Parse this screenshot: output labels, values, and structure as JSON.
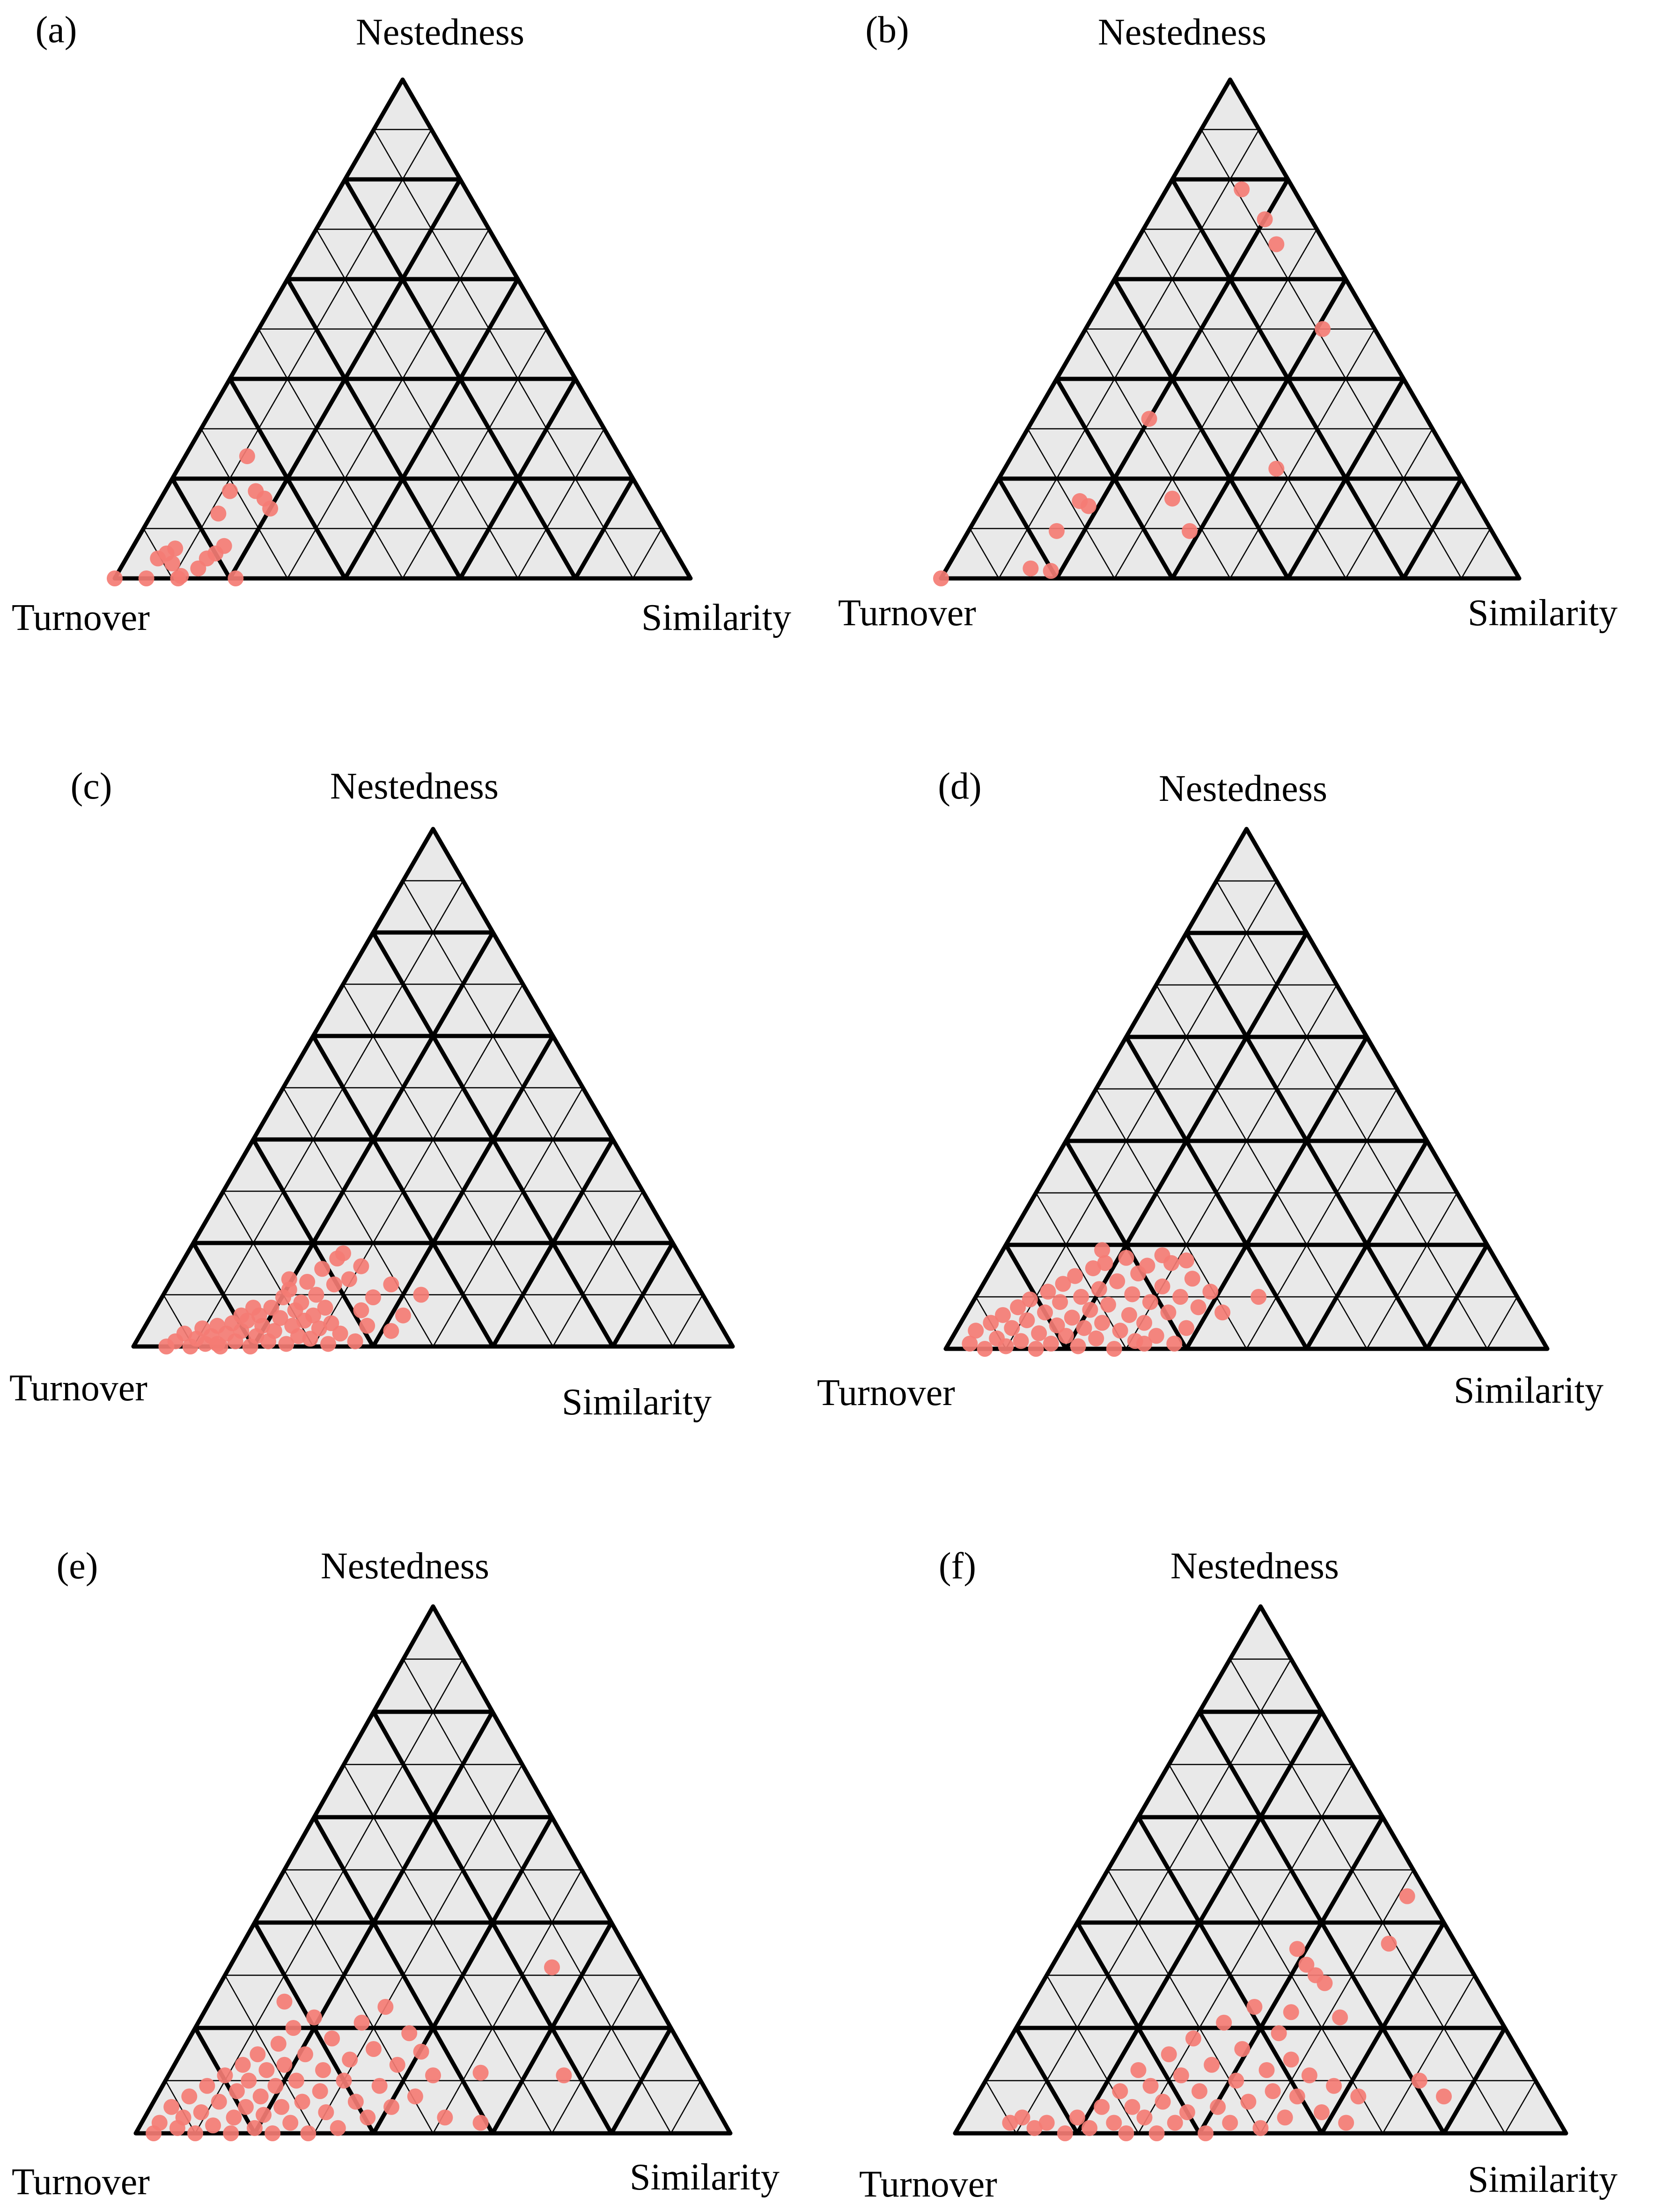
{
  "chart_data": [
    {
      "type": "scatter",
      "panel": "(a)",
      "vertex_labels": {
        "top": "Nestedness",
        "left": "Turnover",
        "right": "Similarity"
      },
      "point_color": "#F47C74",
      "points": [
        {
          "x": 0.0,
          "y": 0.0
        },
        {
          "x": 0.055,
          "y": 0.0
        },
        {
          "x": 0.075,
          "y": 0.04
        },
        {
          "x": 0.09,
          "y": 0.05
        },
        {
          "x": 0.1,
          "y": 0.03
        },
        {
          "x": 0.105,
          "y": 0.06
        },
        {
          "x": 0.11,
          "y": 0.0
        },
        {
          "x": 0.115,
          "y": 0.005
        },
        {
          "x": 0.145,
          "y": 0.02
        },
        {
          "x": 0.16,
          "y": 0.04
        },
        {
          "x": 0.175,
          "y": 0.05
        },
        {
          "x": 0.19,
          "y": 0.065
        },
        {
          "x": 0.21,
          "y": 0.0
        },
        {
          "x": 0.18,
          "y": 0.13
        },
        {
          "x": 0.2,
          "y": 0.175
        },
        {
          "x": 0.245,
          "y": 0.175
        },
        {
          "x": 0.26,
          "y": 0.16
        },
        {
          "x": 0.27,
          "y": 0.14
        },
        {
          "x": 0.23,
          "y": 0.245
        }
      ]
    },
    {
      "type": "scatter",
      "panel": "(b)",
      "vertex_labels": {
        "top": "Nestedness",
        "left": "Turnover",
        "right": "Similarity"
      },
      "point_color": "#F47C74",
      "points": [
        {
          "x": 0.0,
          "y": 0.0
        },
        {
          "x": 0.155,
          "y": 0.02
        },
        {
          "x": 0.19,
          "y": 0.015
        },
        {
          "x": 0.2,
          "y": 0.095
        },
        {
          "x": 0.24,
          "y": 0.155
        },
        {
          "x": 0.255,
          "y": 0.145
        },
        {
          "x": 0.43,
          "y": 0.095
        },
        {
          "x": 0.4,
          "y": 0.16
        },
        {
          "x": 0.36,
          "y": 0.32
        },
        {
          "x": 0.58,
          "y": 0.22
        },
        {
          "x": 0.52,
          "y": 0.78
        },
        {
          "x": 0.56,
          "y": 0.72
        },
        {
          "x": 0.58,
          "y": 0.67
        },
        {
          "x": 0.66,
          "y": 0.5
        }
      ]
    },
    {
      "type": "scatter",
      "panel": "(c)",
      "vertex_labels": {
        "top": "Nestedness",
        "left": "Turnover",
        "right": "Similarity"
      },
      "point_color": "#F47C74",
      "points": [
        {
          "x": 0.055,
          "y": 0.0
        },
        {
          "x": 0.07,
          "y": 0.01
        },
        {
          "x": 0.085,
          "y": 0.025
        },
        {
          "x": 0.095,
          "y": 0.0
        },
        {
          "x": 0.105,
          "y": 0.015
        },
        {
          "x": 0.115,
          "y": 0.035
        },
        {
          "x": 0.12,
          "y": 0.005
        },
        {
          "x": 0.13,
          "y": 0.02
        },
        {
          "x": 0.14,
          "y": 0.04
        },
        {
          "x": 0.145,
          "y": 0.0
        },
        {
          "x": 0.155,
          "y": 0.025
        },
        {
          "x": 0.165,
          "y": 0.045
        },
        {
          "x": 0.17,
          "y": 0.01
        },
        {
          "x": 0.18,
          "y": 0.03
        },
        {
          "x": 0.19,
          "y": 0.05
        },
        {
          "x": 0.195,
          "y": 0.0
        },
        {
          "x": 0.205,
          "y": 0.02
        },
        {
          "x": 0.21,
          "y": 0.06
        },
        {
          "x": 0.215,
          "y": 0.04
        },
        {
          "x": 0.225,
          "y": 0.01
        },
        {
          "x": 0.23,
          "y": 0.075
        },
        {
          "x": 0.235,
          "y": 0.03
        },
        {
          "x": 0.245,
          "y": 0.055
        },
        {
          "x": 0.25,
          "y": 0.095
        },
        {
          "x": 0.255,
          "y": 0.005
        },
        {
          "x": 0.26,
          "y": 0.11
        },
        {
          "x": 0.265,
          "y": 0.04
        },
        {
          "x": 0.27,
          "y": 0.07
        },
        {
          "x": 0.275,
          "y": 0.02
        },
        {
          "x": 0.28,
          "y": 0.085
        },
        {
          "x": 0.285,
          "y": 0.05
        },
        {
          "x": 0.29,
          "y": 0.125
        },
        {
          "x": 0.295,
          "y": 0.015
        },
        {
          "x": 0.3,
          "y": 0.06
        },
        {
          "x": 0.305,
          "y": 0.1
        },
        {
          "x": 0.31,
          "y": 0.035
        },
        {
          "x": 0.315,
          "y": 0.15
        },
        {
          "x": 0.32,
          "y": 0.075
        },
        {
          "x": 0.325,
          "y": 0.005
        },
        {
          "x": 0.33,
          "y": 0.045
        },
        {
          "x": 0.335,
          "y": 0.12
        },
        {
          "x": 0.345,
          "y": 0.025
        },
        {
          "x": 0.35,
          "y": 0.18
        },
        {
          "x": 0.36,
          "y": 0.13
        },
        {
          "x": 0.37,
          "y": 0.01
        },
        {
          "x": 0.38,
          "y": 0.07
        },
        {
          "x": 0.39,
          "y": 0.04
        },
        {
          "x": 0.4,
          "y": 0.095
        },
        {
          "x": 0.43,
          "y": 0.12
        },
        {
          "x": 0.45,
          "y": 0.06
        },
        {
          "x": 0.38,
          "y": 0.155
        },
        {
          "x": 0.34,
          "y": 0.17
        },
        {
          "x": 0.18,
          "y": 0.06
        },
        {
          "x": 0.14,
          "y": 0.005
        },
        {
          "x": 0.43,
          "y": 0.03
        },
        {
          "x": 0.2,
          "y": 0.075
        },
        {
          "x": 0.26,
          "y": 0.13
        },
        {
          "x": 0.48,
          "y": 0.1
        }
      ]
    },
    {
      "type": "scatter",
      "panel": "(d)",
      "vertex_labels": {
        "top": "Nestedness",
        "left": "Turnover",
        "right": "Similarity"
      },
      "point_color": "#F47C74",
      "points": [
        {
          "x": 0.04,
          "y": 0.01
        },
        {
          "x": 0.05,
          "y": 0.035
        },
        {
          "x": 0.065,
          "y": 0.0
        },
        {
          "x": 0.075,
          "y": 0.05
        },
        {
          "x": 0.085,
          "y": 0.02
        },
        {
          "x": 0.095,
          "y": 0.065
        },
        {
          "x": 0.1,
          "y": 0.005
        },
        {
          "x": 0.11,
          "y": 0.04
        },
        {
          "x": 0.12,
          "y": 0.08
        },
        {
          "x": 0.125,
          "y": 0.015
        },
        {
          "x": 0.135,
          "y": 0.055
        },
        {
          "x": 0.14,
          "y": 0.095
        },
        {
          "x": 0.15,
          "y": 0.0
        },
        {
          "x": 0.155,
          "y": 0.03
        },
        {
          "x": 0.165,
          "y": 0.07
        },
        {
          "x": 0.17,
          "y": 0.11
        },
        {
          "x": 0.175,
          "y": 0.01
        },
        {
          "x": 0.185,
          "y": 0.045
        },
        {
          "x": 0.19,
          "y": 0.09
        },
        {
          "x": 0.195,
          "y": 0.125
        },
        {
          "x": 0.2,
          "y": 0.025
        },
        {
          "x": 0.21,
          "y": 0.06
        },
        {
          "x": 0.215,
          "y": 0.14
        },
        {
          "x": 0.22,
          "y": 0.005
        },
        {
          "x": 0.225,
          "y": 0.1
        },
        {
          "x": 0.23,
          "y": 0.04
        },
        {
          "x": 0.24,
          "y": 0.075
        },
        {
          "x": 0.245,
          "y": 0.155
        },
        {
          "x": 0.25,
          "y": 0.02
        },
        {
          "x": 0.255,
          "y": 0.115
        },
        {
          "x": 0.26,
          "y": 0.05
        },
        {
          "x": 0.265,
          "y": 0.165
        },
        {
          "x": 0.27,
          "y": 0.085
        },
        {
          "x": 0.28,
          "y": 0.0
        },
        {
          "x": 0.285,
          "y": 0.13
        },
        {
          "x": 0.29,
          "y": 0.035
        },
        {
          "x": 0.3,
          "y": 0.175
        },
        {
          "x": 0.305,
          "y": 0.065
        },
        {
          "x": 0.31,
          "y": 0.105
        },
        {
          "x": 0.315,
          "y": 0.015
        },
        {
          "x": 0.32,
          "y": 0.145
        },
        {
          "x": 0.33,
          "y": 0.05
        },
        {
          "x": 0.335,
          "y": 0.16
        },
        {
          "x": 0.34,
          "y": 0.09
        },
        {
          "x": 0.35,
          "y": 0.025
        },
        {
          "x": 0.36,
          "y": 0.12
        },
        {
          "x": 0.37,
          "y": 0.07
        },
        {
          "x": 0.375,
          "y": 0.165
        },
        {
          "x": 0.38,
          "y": 0.01
        },
        {
          "x": 0.39,
          "y": 0.1
        },
        {
          "x": 0.4,
          "y": 0.04
        },
        {
          "x": 0.41,
          "y": 0.135
        },
        {
          "x": 0.42,
          "y": 0.08
        },
        {
          "x": 0.44,
          "y": 0.11
        },
        {
          "x": 0.46,
          "y": 0.07
        },
        {
          "x": 0.4,
          "y": 0.17
        },
        {
          "x": 0.36,
          "y": 0.18
        },
        {
          "x": 0.52,
          "y": 0.1
        },
        {
          "x": 0.26,
          "y": 0.19
        },
        {
          "x": 0.33,
          "y": 0.01
        }
      ]
    },
    {
      "type": "scatter",
      "panel": "(e)",
      "vertex_labels": {
        "top": "Nestedness",
        "left": "Turnover",
        "right": "Similarity"
      },
      "point_color": "#F47C74",
      "points": [
        {
          "x": 0.03,
          "y": 0.0
        },
        {
          "x": 0.04,
          "y": 0.02
        },
        {
          "x": 0.06,
          "y": 0.05
        },
        {
          "x": 0.07,
          "y": 0.01
        },
        {
          "x": 0.08,
          "y": 0.03
        },
        {
          "x": 0.09,
          "y": 0.07
        },
        {
          "x": 0.1,
          "y": 0.0
        },
        {
          "x": 0.11,
          "y": 0.04
        },
        {
          "x": 0.12,
          "y": 0.09
        },
        {
          "x": 0.13,
          "y": 0.015
        },
        {
          "x": 0.14,
          "y": 0.06
        },
        {
          "x": 0.15,
          "y": 0.11
        },
        {
          "x": 0.16,
          "y": 0.0
        },
        {
          "x": 0.165,
          "y": 0.03
        },
        {
          "x": 0.17,
          "y": 0.08
        },
        {
          "x": 0.18,
          "y": 0.13
        },
        {
          "x": 0.185,
          "y": 0.05
        },
        {
          "x": 0.19,
          "y": 0.1
        },
        {
          "x": 0.2,
          "y": 0.01
        },
        {
          "x": 0.205,
          "y": 0.15
        },
        {
          "x": 0.21,
          "y": 0.07
        },
        {
          "x": 0.215,
          "y": 0.035
        },
        {
          "x": 0.22,
          "y": 0.12
        },
        {
          "x": 0.23,
          "y": 0.0
        },
        {
          "x": 0.235,
          "y": 0.09
        },
        {
          "x": 0.24,
          "y": 0.17
        },
        {
          "x": 0.245,
          "y": 0.05
        },
        {
          "x": 0.25,
          "y": 0.13
        },
        {
          "x": 0.26,
          "y": 0.02
        },
        {
          "x": 0.265,
          "y": 0.2
        },
        {
          "x": 0.27,
          "y": 0.1
        },
        {
          "x": 0.28,
          "y": 0.06
        },
        {
          "x": 0.285,
          "y": 0.15
        },
        {
          "x": 0.29,
          "y": 0.0
        },
        {
          "x": 0.3,
          "y": 0.22
        },
        {
          "x": 0.31,
          "y": 0.08
        },
        {
          "x": 0.315,
          "y": 0.12
        },
        {
          "x": 0.32,
          "y": 0.04
        },
        {
          "x": 0.33,
          "y": 0.18
        },
        {
          "x": 0.34,
          "y": 0.01
        },
        {
          "x": 0.35,
          "y": 0.1
        },
        {
          "x": 0.36,
          "y": 0.14
        },
        {
          "x": 0.37,
          "y": 0.06
        },
        {
          "x": 0.38,
          "y": 0.21
        },
        {
          "x": 0.39,
          "y": 0.03
        },
        {
          "x": 0.4,
          "y": 0.16
        },
        {
          "x": 0.41,
          "y": 0.09
        },
        {
          "x": 0.42,
          "y": 0.24
        },
        {
          "x": 0.43,
          "y": 0.05
        },
        {
          "x": 0.44,
          "y": 0.13
        },
        {
          "x": 0.46,
          "y": 0.19
        },
        {
          "x": 0.47,
          "y": 0.07
        },
        {
          "x": 0.5,
          "y": 0.11
        },
        {
          "x": 0.52,
          "y": 0.03
        },
        {
          "x": 0.48,
          "y": 0.155
        },
        {
          "x": 0.58,
          "y": 0.02
        },
        {
          "x": 0.58,
          "y": 0.115
        },
        {
          "x": 0.7,
          "y": 0.315
        },
        {
          "x": 0.72,
          "y": 0.11
        },
        {
          "x": 0.25,
          "y": 0.25
        }
      ]
    },
    {
      "type": "scatter",
      "panel": "(f)",
      "vertex_labels": {
        "top": "Nestedness",
        "left": "Turnover",
        "right": "Similarity"
      },
      "point_color": "#F47C74",
      "points": [
        {
          "x": 0.09,
          "y": 0.02
        },
        {
          "x": 0.11,
          "y": 0.03
        },
        {
          "x": 0.13,
          "y": 0.01
        },
        {
          "x": 0.15,
          "y": 0.02
        },
        {
          "x": 0.18,
          "y": 0.0
        },
        {
          "x": 0.2,
          "y": 0.03
        },
        {
          "x": 0.22,
          "y": 0.01
        },
        {
          "x": 0.24,
          "y": 0.05
        },
        {
          "x": 0.26,
          "y": 0.02
        },
        {
          "x": 0.27,
          "y": 0.08
        },
        {
          "x": 0.28,
          "y": 0.0
        },
        {
          "x": 0.29,
          "y": 0.05
        },
        {
          "x": 0.3,
          "y": 0.12
        },
        {
          "x": 0.31,
          "y": 0.03
        },
        {
          "x": 0.32,
          "y": 0.09
        },
        {
          "x": 0.33,
          "y": 0.0
        },
        {
          "x": 0.34,
          "y": 0.06
        },
        {
          "x": 0.35,
          "y": 0.15
        },
        {
          "x": 0.36,
          "y": 0.02
        },
        {
          "x": 0.37,
          "y": 0.11
        },
        {
          "x": 0.38,
          "y": 0.04
        },
        {
          "x": 0.39,
          "y": 0.18
        },
        {
          "x": 0.4,
          "y": 0.08
        },
        {
          "x": 0.41,
          "y": 0.0
        },
        {
          "x": 0.42,
          "y": 0.13
        },
        {
          "x": 0.43,
          "y": 0.05
        },
        {
          "x": 0.44,
          "y": 0.21
        },
        {
          "x": 0.45,
          "y": 0.02
        },
        {
          "x": 0.46,
          "y": 0.1
        },
        {
          "x": 0.47,
          "y": 0.16
        },
        {
          "x": 0.48,
          "y": 0.06
        },
        {
          "x": 0.49,
          "y": 0.24
        },
        {
          "x": 0.5,
          "y": 0.01
        },
        {
          "x": 0.51,
          "y": 0.12
        },
        {
          "x": 0.52,
          "y": 0.08
        },
        {
          "x": 0.53,
          "y": 0.19
        },
        {
          "x": 0.54,
          "y": 0.03
        },
        {
          "x": 0.55,
          "y": 0.14
        },
        {
          "x": 0.56,
          "y": 0.07
        },
        {
          "x": 0.58,
          "y": 0.11
        },
        {
          "x": 0.6,
          "y": 0.04
        },
        {
          "x": 0.62,
          "y": 0.09
        },
        {
          "x": 0.64,
          "y": 0.02
        },
        {
          "x": 0.66,
          "y": 0.07
        },
        {
          "x": 0.56,
          "y": 0.35
        },
        {
          "x": 0.575,
          "y": 0.32
        },
        {
          "x": 0.59,
          "y": 0.3
        },
        {
          "x": 0.605,
          "y": 0.285
        },
        {
          "x": 0.55,
          "y": 0.23
        },
        {
          "x": 0.63,
          "y": 0.22
        },
        {
          "x": 0.71,
          "y": 0.36
        },
        {
          "x": 0.74,
          "y": 0.45
        },
        {
          "x": 0.76,
          "y": 0.1
        },
        {
          "x": 0.8,
          "y": 0.07
        }
      ]
    }
  ]
}
